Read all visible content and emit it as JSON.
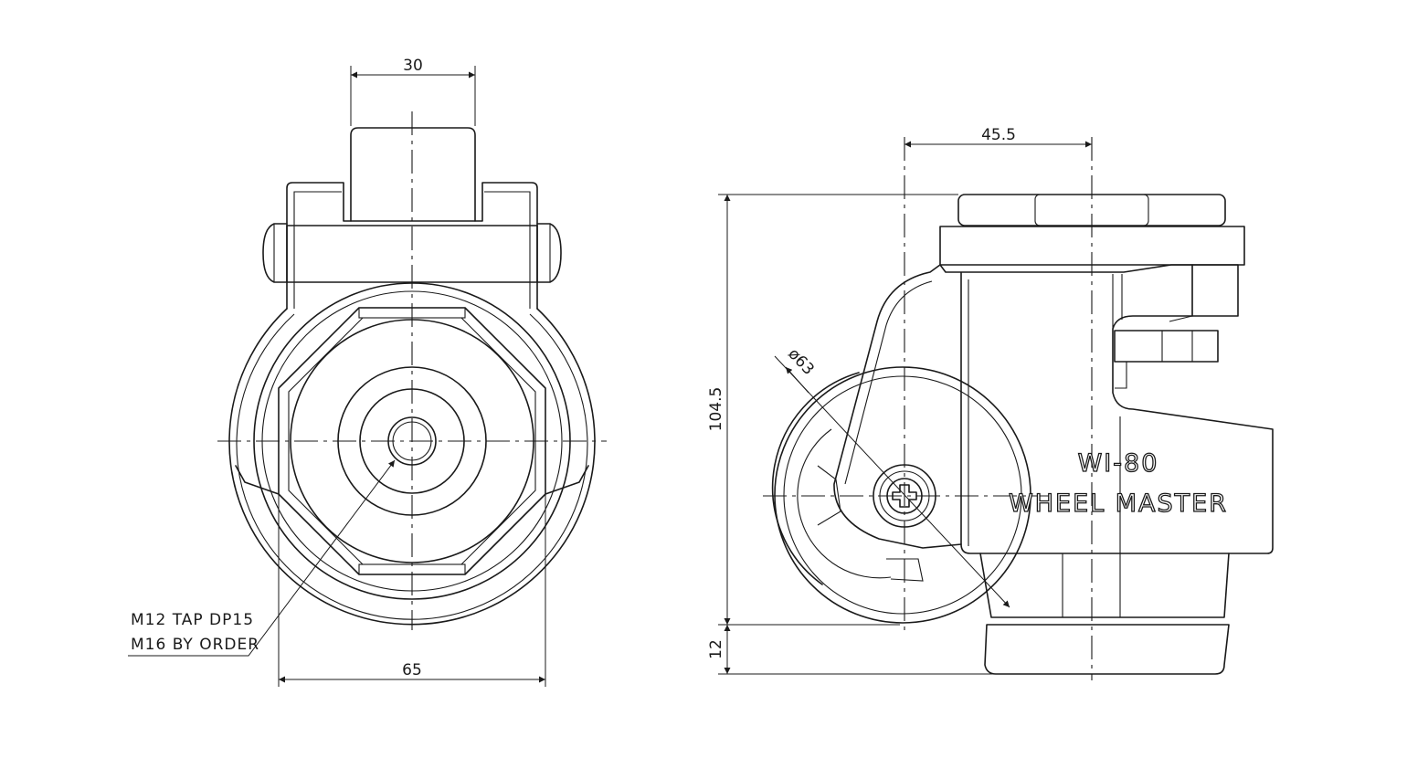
{
  "front_view": {
    "dim_top_width": "30",
    "dim_bottom_width": "65",
    "thread_note_line1": "M12 TAP DP15",
    "thread_note_line2": "M16 BY ORDER"
  },
  "side_view": {
    "dim_offset": "45.5",
    "dim_height": "104.5",
    "dim_pad_height": "12",
    "dim_wheel_dia": "ø63",
    "model_label": "WI-80",
    "brand_label": "WHEEL MASTER"
  },
  "colors": {
    "line": "#1a1a1a",
    "background": "#ffffff"
  }
}
